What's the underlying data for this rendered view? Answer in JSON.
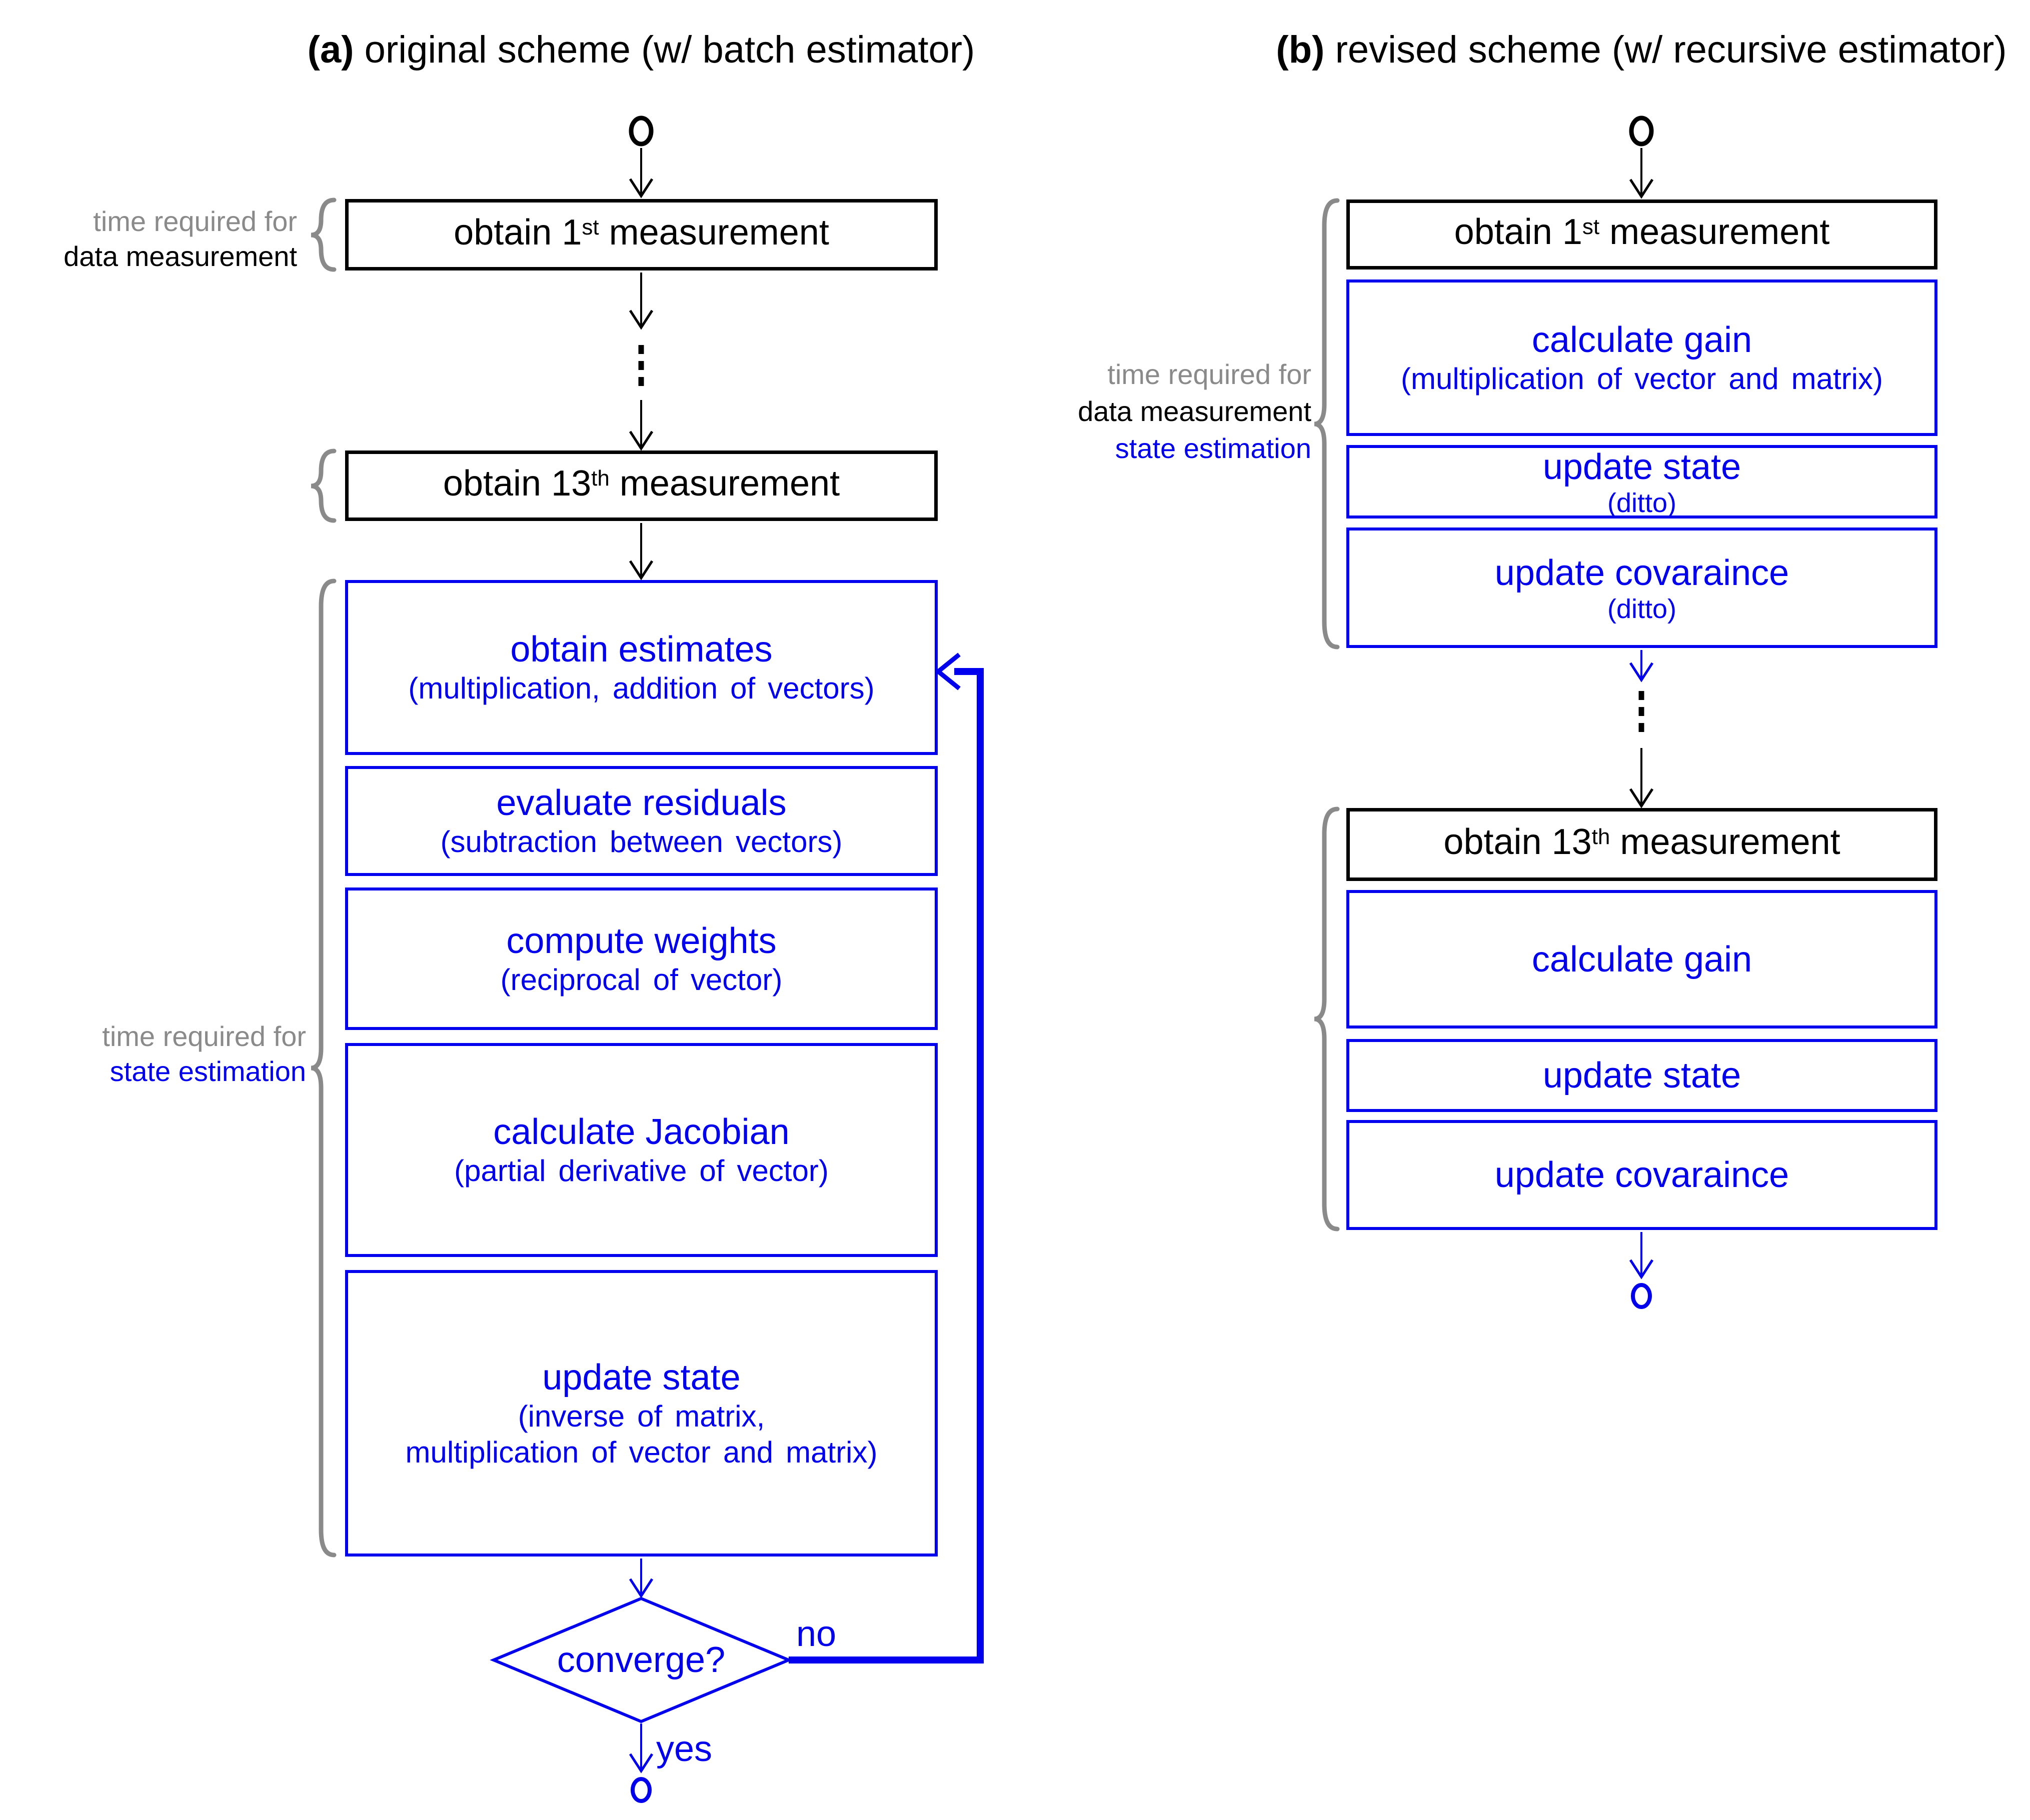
{
  "titles": {
    "a_bold": "(a)",
    "a_rest": " original scheme (w/ batch estimator)",
    "b_bold": "(b)",
    "b_rest": " revised scheme (w/ recursive estimator)"
  },
  "boxes": {
    "a1_pre": "obtain 1",
    "a1_sup": "st",
    "a1_post": " measurement",
    "a2_pre": "obtain 13",
    "a2_sup": "th",
    "a2_post": " measurement",
    "b1_title": "obtain estimates",
    "b1_sub": "(multiplication, addition of vectors)",
    "b2_title": "evaluate residuals",
    "b2_sub": "(subtraction between vectors)",
    "b3_title": "compute weights",
    "b3_sub": "(reciprocal of vector)",
    "b4_title": "calculate Jacobian",
    "b4_sub": "(partial derivative of vector)",
    "b5_title": "update state",
    "b5_sub1": "(inverse of matrix,",
    "b5_sub2": "multiplication of vector and matrix)",
    "c1_pre": "obtain 1",
    "c1_sup": "st",
    "c1_post": " measurement",
    "c2_title": "calculate gain",
    "c2_sub": "(multiplication of vector and matrix)",
    "c3_title": "update state",
    "c3_sub": "(ditto)",
    "c4_title": "update covaraince",
    "c4_sub": "(ditto)",
    "c5_pre": "obtain 13",
    "c5_sup": "th",
    "c5_post": " measurement",
    "c6_title": "calculate gain",
    "c7_title": "update state",
    "c8_title": "update covaraince"
  },
  "decision": {
    "label": "converge?",
    "no_label": "no",
    "yes_label": "yes"
  },
  "brace_labels": {
    "left_top_line1": "time required for",
    "left_top_line2": "data measurement",
    "left_mid_line1": "time required for",
    "left_mid_line2": "state estimation",
    "right_line1": "time required for",
    "right_line2": "data measurement",
    "right_line3": "state estimation"
  },
  "colors": {
    "accent_blue": "#0000ee",
    "brace_gray": "#8a8a8a",
    "black": "#000000"
  }
}
